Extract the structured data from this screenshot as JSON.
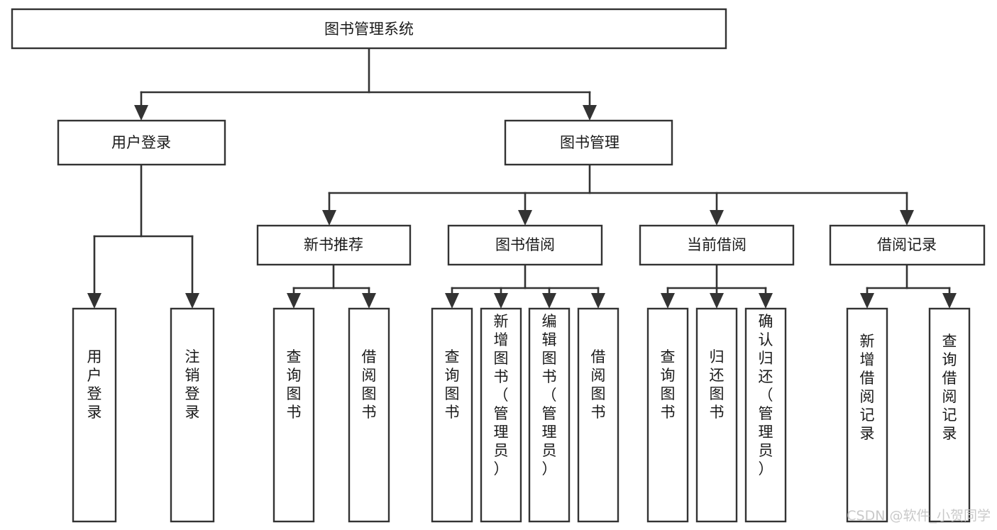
{
  "diagram": {
    "type": "tree-hierarchy",
    "title": "图书管理系统",
    "root": {
      "id": "root",
      "label": "图书管理系统",
      "orientation": "horizontal"
    },
    "level2": [
      {
        "id": "user-login",
        "label": "用户登录",
        "orientation": "horizontal"
      },
      {
        "id": "book-manage",
        "label": "图书管理",
        "orientation": "horizontal"
      }
    ],
    "level3": [
      {
        "id": "new-book-recommend",
        "label": "新书推荐",
        "orientation": "horizontal",
        "parent": "book-manage"
      },
      {
        "id": "book-borrow",
        "label": "图书借阅",
        "orientation": "horizontal",
        "parent": "book-manage"
      },
      {
        "id": "current-borrow",
        "label": "当前借阅",
        "orientation": "horizontal",
        "parent": "book-manage"
      },
      {
        "id": "borrow-record",
        "label": "借阅记录",
        "orientation": "horizontal",
        "parent": "book-manage"
      }
    ],
    "leaves": [
      {
        "id": "leaf-user-login",
        "label": "用户登录",
        "orientation": "vertical",
        "parent": "user-login"
      },
      {
        "id": "leaf-user-logout",
        "label": "注销登录",
        "orientation": "vertical",
        "parent": "user-login"
      },
      {
        "id": "leaf-query-book-1",
        "label": "查询图书",
        "orientation": "vertical",
        "parent": "new-book-recommend"
      },
      {
        "id": "leaf-borrow-book-1",
        "label": "借阅图书",
        "orientation": "vertical",
        "parent": "new-book-recommend"
      },
      {
        "id": "leaf-query-book-2",
        "label": "查询图书",
        "orientation": "vertical",
        "parent": "book-borrow"
      },
      {
        "id": "leaf-add-book",
        "label": "新增图书（管理员）",
        "orientation": "vertical",
        "parent": "book-borrow"
      },
      {
        "id": "leaf-edit-book",
        "label": "编辑图书（管理员）",
        "orientation": "vertical",
        "parent": "book-borrow"
      },
      {
        "id": "leaf-borrow-book-2",
        "label": "借阅图书",
        "orientation": "vertical",
        "parent": "book-borrow"
      },
      {
        "id": "leaf-query-book-3",
        "label": "查询图书",
        "orientation": "vertical",
        "parent": "current-borrow"
      },
      {
        "id": "leaf-return-book",
        "label": "归还图书",
        "orientation": "vertical",
        "parent": "current-borrow"
      },
      {
        "id": "leaf-confirm-return",
        "label": "确认归还（管理员）",
        "orientation": "vertical",
        "parent": "current-borrow"
      },
      {
        "id": "leaf-add-record",
        "label": "新增借阅记录",
        "orientation": "vertical",
        "parent": "borrow-record"
      },
      {
        "id": "leaf-query-record",
        "label": "查询借阅记录",
        "orientation": "vertical",
        "parent": "borrow-record"
      }
    ],
    "colors": {
      "box_fill": "#ffffff",
      "box_stroke": "#333333",
      "text": "#1a1a1a",
      "connector": "#333333",
      "background": "#ffffff",
      "watermark": "#c9c9c9"
    }
  },
  "watermark": {
    "text": "CSDN @软件_小贺同学"
  }
}
